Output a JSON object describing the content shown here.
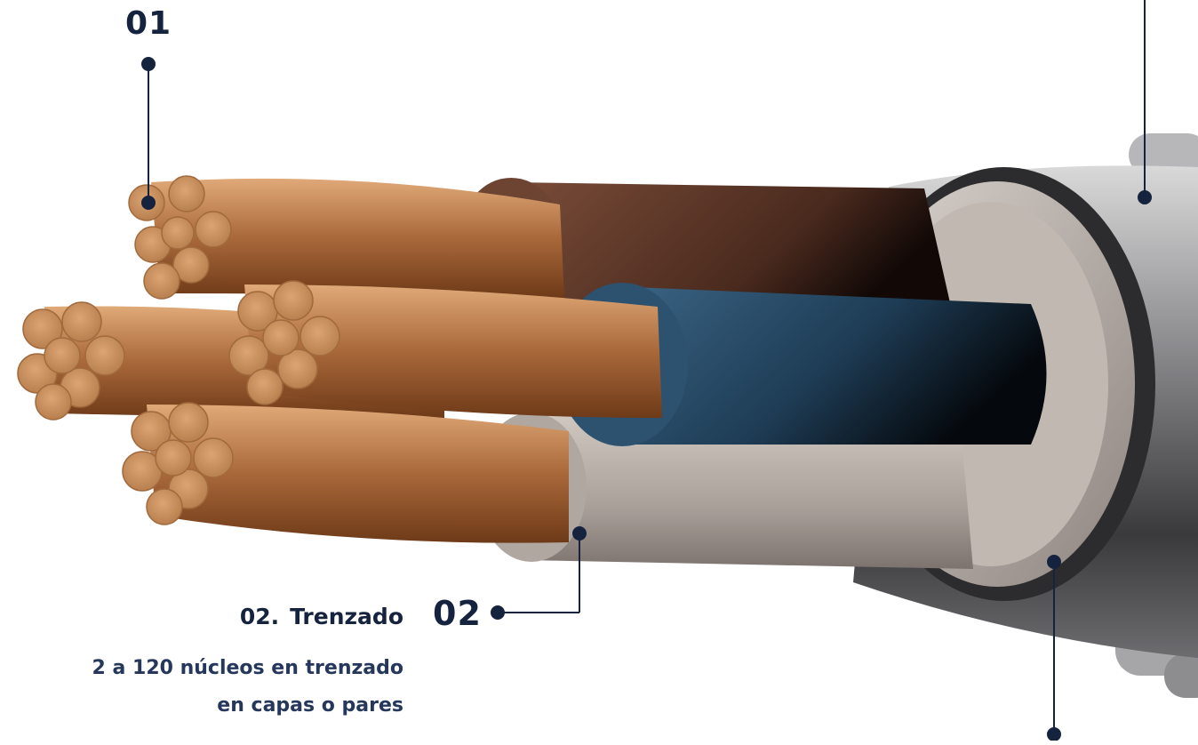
{
  "callouts": {
    "c1": {
      "number": "01"
    },
    "c2": {
      "number": "02",
      "title_number": "02.",
      "title": "Trenzado",
      "description_line1": "2 a 120 núcleos en trenzado",
      "description_line2": "en capas o pares"
    }
  },
  "colors": {
    "callout_navy": "#16233f",
    "copper": "#c88651",
    "brown_insulation": "#6d4332",
    "blue_insulation": "#2d5270",
    "grey_insulation": "#bdb3ad",
    "sheath_dark": "#3e3e40"
  }
}
